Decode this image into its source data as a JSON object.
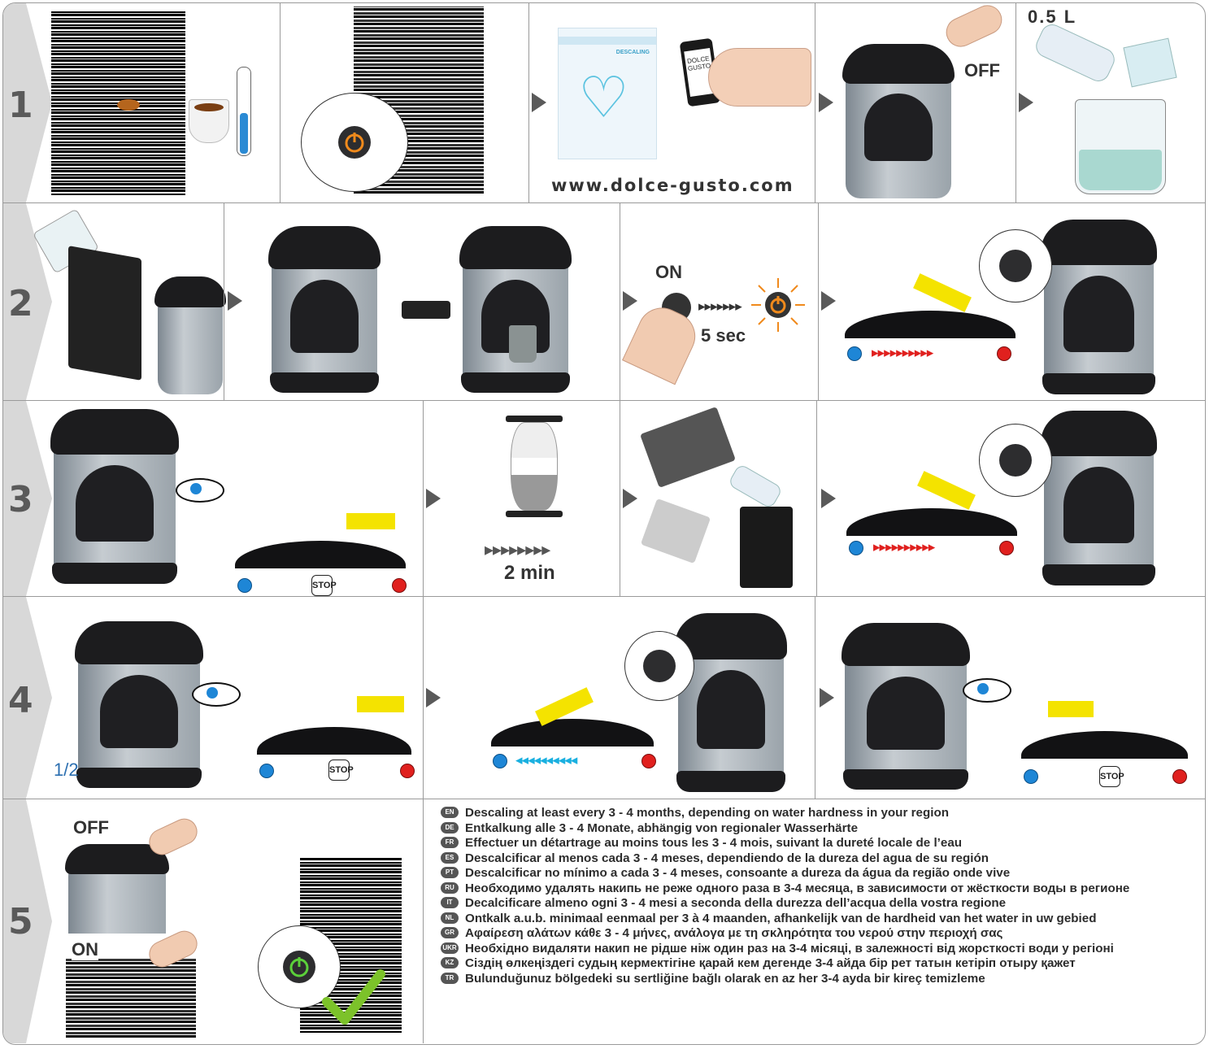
{
  "steps": [
    "1",
    "2",
    "3",
    "4",
    "5"
  ],
  "row1": {
    "url": "www.dolce-gusto.com",
    "booklet_title": "DESCALING",
    "phone_text": "DOLCE GUSTO",
    "off_label": "OFF",
    "volume_label": "0.5 L"
  },
  "row2": {
    "on_label": "ON",
    "sec_label": "5 sec"
  },
  "row3": {
    "time_label": "2 min",
    "stop_label": "STOP"
  },
  "row4": {
    "half_label": "1/2",
    "stop_label": "STOP"
  },
  "row5": {
    "off_label": "OFF",
    "on_label": "ON"
  },
  "languages": [
    {
      "code": "EN",
      "text": "Descaling at least every 3 - 4 months, depending on water hardness in your region"
    },
    {
      "code": "DE",
      "text": "Entkalkung alle 3 - 4 Monate, abhängig von regionaler Wasserhärte"
    },
    {
      "code": "FR",
      "text": "Effectuer un détartrage au moins tous les 3 - 4 mois, suivant la dureté locale de l’eau"
    },
    {
      "code": "ES",
      "text": "Descalcificar al menos cada 3 - 4 meses,  dependiendo de la dureza del agua de su región"
    },
    {
      "code": "PT",
      "text": "Descalcificar no mínimo a cada 3 - 4 meses, consoante a dureza  da água da região onde vive"
    },
    {
      "code": "RU",
      "text": "Необходимо удалять накипь не реже одного раза в 3-4 месяца, в зависимости от жёсткости воды в регионе"
    },
    {
      "code": "IT",
      "text": "Decalcificare almeno ogni 3 - 4 mesi a seconda della durezza dell’acqua della vostra regione"
    },
    {
      "code": "NL",
      "text": "Ontkalk a.u.b. minimaal eenmaal per 3 à 4 maanden, afhankelijk van de hardheid van het water in uw gebied"
    },
    {
      "code": "GR",
      "text": "Αφαίρεση αλάτων κάθε 3 - 4 μήνες, ανάλογα με τη σκληρότητα του νερού στην περιοχή σας"
    },
    {
      "code": "UKR",
      "text": "Необхідно видаляти накип не рідше ніж один раз на 3-4 місяці, в залежності від жорсткості води у регіоні"
    },
    {
      "code": "KZ",
      "text": "Сіздің өлкеңіздегі судың кермектігіне қарай кем дегенде 3-4 айда бір рет татын кетіріп отыру қажет"
    },
    {
      "code": "TR",
      "text": "Bulunduğunuz bölgedeki su sertliğine bağlı olarak en az her 3-4 ayda bir kireç temizleme"
    }
  ],
  "colors": {
    "accent_orange": "#f08a1c",
    "blue_dot": "#1e86d6",
    "red_dot": "#e0201e",
    "check_green": "#7cc22a",
    "chevron_gray": "#d8d8d8"
  }
}
